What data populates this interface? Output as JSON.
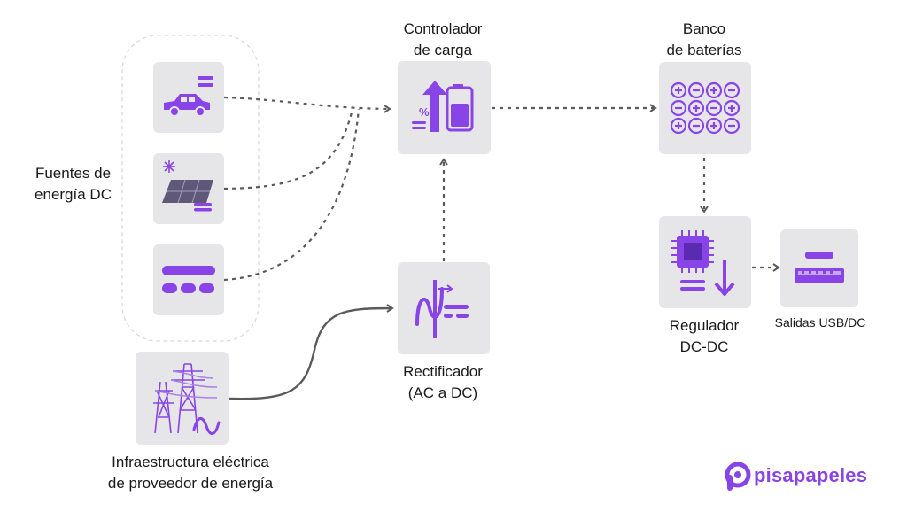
{
  "nodes": {
    "sources_group": "Fuentes de\nenergía DC",
    "charge_controller": "Controlador\nde carga",
    "battery_bank": "Banco\nde baterías",
    "rectifier": "Rectificador\n(AC a DC)",
    "dc_regulator": "Regulador\nDC-DC",
    "outputs": "Salidas USB/DC",
    "grid": "Infraestructura eléctrica\nde proveedor de energía"
  },
  "brand": {
    "name": "pisapapeles"
  },
  "colors": {
    "accent": "#8844e6",
    "box": "#e6e6e8",
    "dash": "#5a5a5a",
    "group_border": "#d6d6d6"
  },
  "icons": [
    "car-icon",
    "solar-panel-icon",
    "generic-source-icon",
    "charge-controller-icon",
    "battery-bank-icon",
    "rectifier-icon",
    "regulator-chip-icon",
    "usb-port-icon",
    "power-tower-icon"
  ]
}
